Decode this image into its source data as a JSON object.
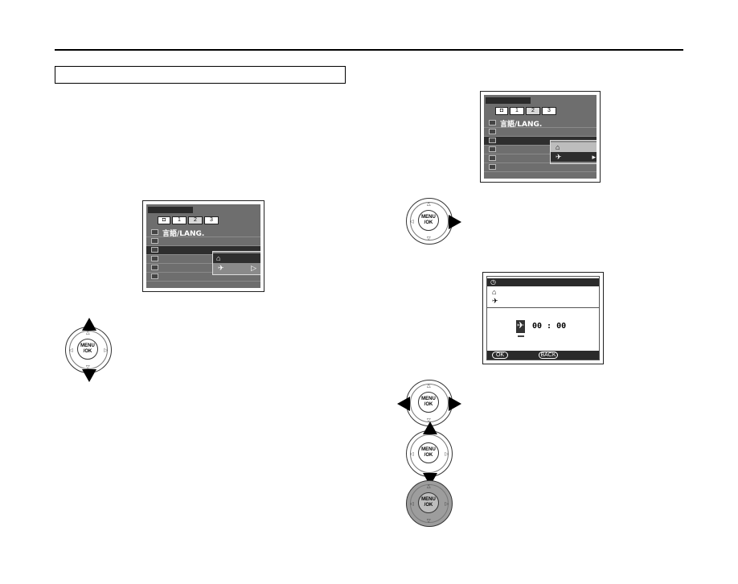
{
  "screen": {
    "tab1": "1",
    "tab2": "2",
    "tab3": "3",
    "lang_item": "言語/LANG."
  },
  "time_diff": {
    "time": "00 : 00",
    "ok_label": "OK",
    "back_label": "BACK"
  },
  "dpad": {
    "menu_label": "MENU /OK"
  },
  "icons": [
    "camera-icon",
    "wrench-icon",
    "home-icon",
    "plane-icon",
    "clock-icon"
  ]
}
